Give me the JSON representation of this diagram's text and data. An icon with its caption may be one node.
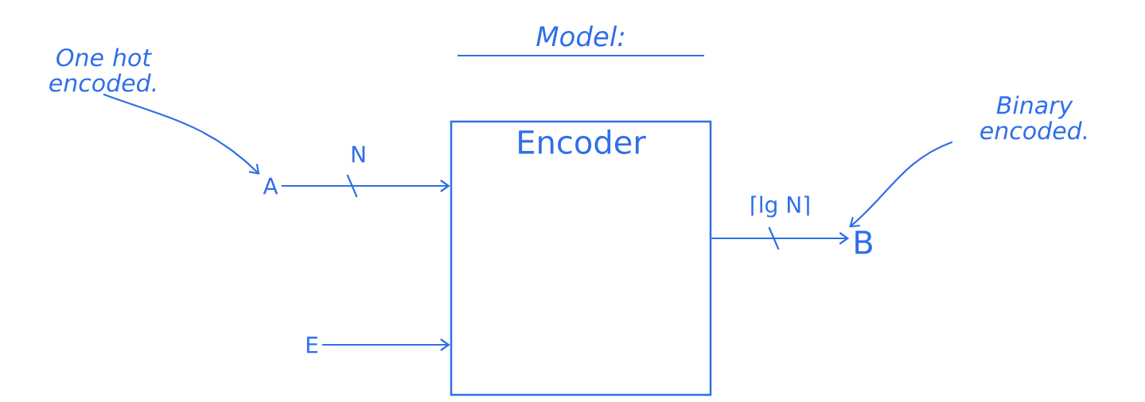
{
  "diagram": {
    "title": "Model:",
    "nodes": [
      {
        "text": [
          "One hot encoded."
        ]
      },
      {
        "text": [
          "A"
        ]
      },
      {
        "text": [
          "Encoder"
        ]
      },
      {
        "text": [
          "E"
        ]
      },
      {
        "text": [
          "B"
        ]
      },
      {
        "text": [
          "Binary encoded."
        ]
      }
    ],
    "edges": [
      {
        "from": 0,
        "to": 1,
        "arrow": "to"
      },
      {
        "from": 1,
        "to": 2,
        "arrow": "to",
        "label": "N"
      },
      {
        "from": 3,
        "to": 2,
        "arrow": "to"
      },
      {
        "from": 2,
        "to": 4,
        "arrow": "to",
        "label": "⌈lg N⌉"
      },
      {
        "from": 5,
        "to": 4,
        "arrow": "to"
      }
    ]
  }
}
